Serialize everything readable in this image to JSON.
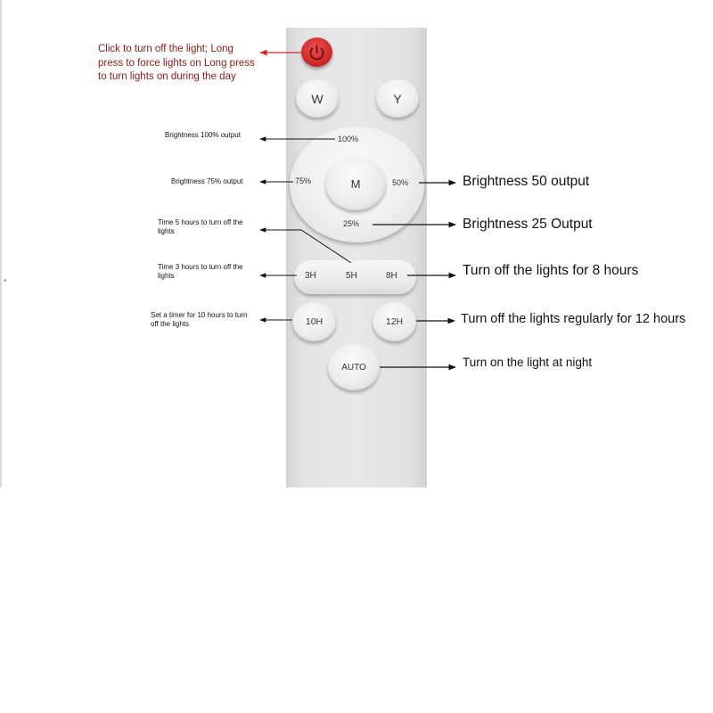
{
  "remote": {
    "buttons": {
      "power_icon": "power-icon",
      "w": "W",
      "y": "Y",
      "m": "M",
      "b100": "100%",
      "b75": "75%",
      "b50": "50%",
      "b25": "25%",
      "h3": "3H",
      "h5": "5H",
      "h8": "8H",
      "h10": "10H",
      "h12": "12H",
      "auto": "AUTO"
    }
  },
  "annotations": {
    "power": "Click to turn off the light; Long press to force lights on Long press  to turn lights on during the day",
    "b100": "Brightness 100% output",
    "b75": "Brightness 75% output",
    "b50": "Brightness 50 output",
    "b25": "Brightness 25 Output",
    "h5": "Time 5 hours to turn off the lights",
    "h3": "Time 3 hours to turn off the lights",
    "h8": "Turn off the lights for 8 hours",
    "h10": "Set a timer for 10 hours to turn off the lights",
    "h12": "Turn off the lights regularly for 12 hours",
    "auto": "Turn on the light at night"
  },
  "colors": {
    "power_button": "#cf2a2a",
    "power_note_text": "#8b1a1a",
    "power_arrow": "#d42a2a",
    "arrow": "#111111",
    "remote_body": "#e6e6e8"
  }
}
